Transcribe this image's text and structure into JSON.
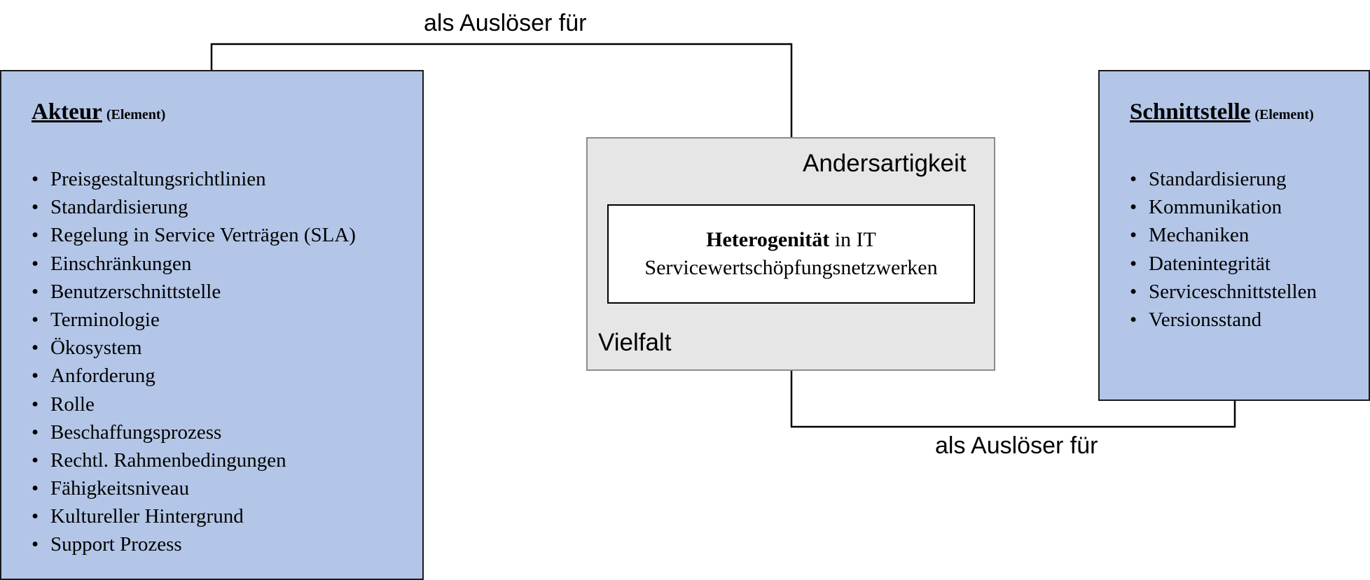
{
  "trigger_top": "als Auslöser für",
  "trigger_bottom": "als Auslöser für",
  "akteur": {
    "title": "Akteur",
    "subtitle": "(Element)",
    "items": [
      "Preisgestaltungsrichtlinien",
      "Standardisierung",
      "Regelung in Service Verträgen (SLA)",
      "Einschränkungen",
      "Benutzerschnittstelle",
      "Terminologie",
      "Ökosystem",
      "Anforderung",
      "Rolle",
      "Beschaffungsprozess",
      "Rechtl. Rahmenbedingungen",
      "Fähigkeitsniveau",
      "Kultureller Hintergrund",
      "Support Prozess"
    ]
  },
  "schnittstelle": {
    "title": "Schnittstelle",
    "subtitle": "(Element)",
    "items": [
      "Standardisierung",
      "Kommunikation",
      "Mechaniken",
      "Datenintegrität",
      "Serviceschnittstellen",
      "Versionsstand"
    ]
  },
  "center": {
    "label_top": "Andersartigkeit",
    "label_bottom": "Vielfalt",
    "core_bold": "Heterogenität",
    "core_rest": " in IT",
    "core_line2": "Servicewertschöpfungsnetzwerken"
  },
  "bullet": "•"
}
